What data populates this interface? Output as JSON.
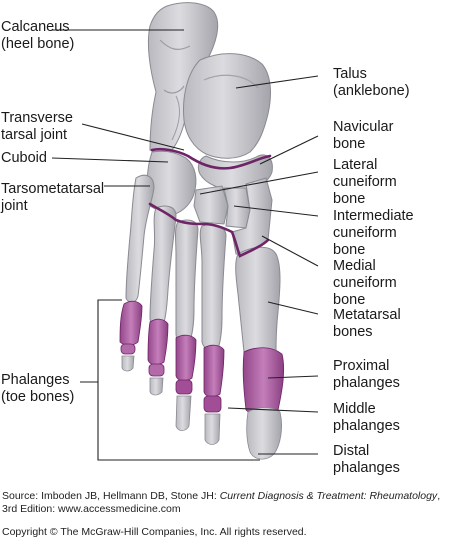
{
  "labels": {
    "calcaneus": [
      "Calcaneus",
      "(heel bone)"
    ],
    "transverse_tarsal": [
      "Transverse",
      "tarsal joint"
    ],
    "cuboid": [
      "Cuboid"
    ],
    "tarsometatarsal": [
      "Tarsometatarsal",
      "joint"
    ],
    "phalanges": [
      "Phalanges",
      "(toe bones)"
    ],
    "talus": [
      "Talus",
      "(anklebone)"
    ],
    "navicular": [
      "Navicular",
      "bone"
    ],
    "lateral_cuneiform": [
      "Lateral",
      "cuneiform",
      "bone"
    ],
    "intermediate_cuneiform": [
      "Intermediate",
      "cuneiform",
      "bone"
    ],
    "medial_cuneiform": [
      "Medial",
      "cuneiform",
      "bone"
    ],
    "metatarsal": [
      "Metatarsal",
      "bones"
    ],
    "proximal": [
      "Proximal",
      "phalanges"
    ],
    "middle": [
      "Middle",
      "phalanges"
    ],
    "distal": [
      "Distal",
      "phalanges"
    ]
  },
  "source": {
    "prefix": "Source: Imboden JB, Hellmann DB, Stone JH: ",
    "title": "Current Diagnosis & Treatment: Rheumatology",
    "suffix": ",",
    "line2": "3rd Edition: www.accessmedicine.com"
  },
  "copyright": "Copyright © The McGraw-Hill Companies, Inc. All rights reserved.",
  "colors": {
    "bone": "#d2d2d6",
    "bone_shade": "#a9a9b0",
    "bone_dark": "#7d7d86",
    "phalanx": "#a8579c",
    "phalanx_light": "#c27fb8",
    "joint_line": "#6e2466",
    "leader": "#222222"
  }
}
